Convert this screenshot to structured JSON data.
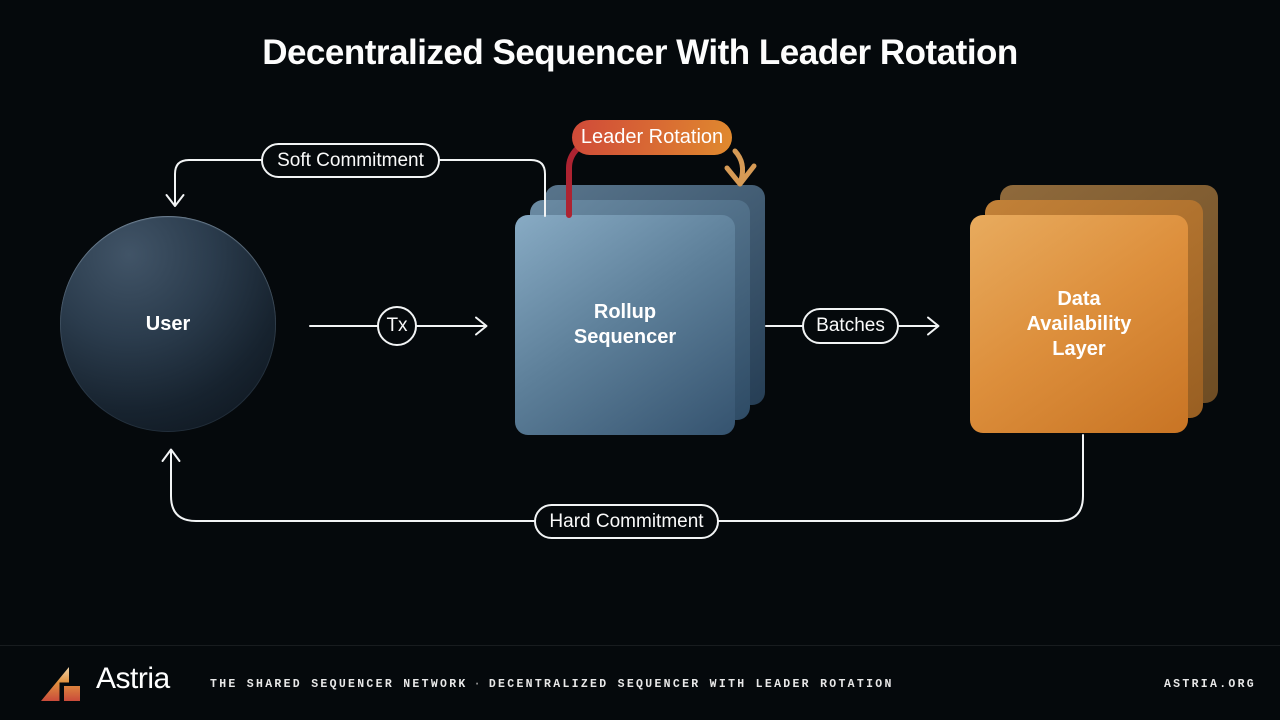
{
  "title": "Decentralized Sequencer With Leader Rotation",
  "nodes": {
    "user": {
      "label": "User"
    },
    "rollup_sequencer": {
      "label": "Rollup\nSequencer"
    },
    "data_availability_layer": {
      "label": "Data\nAvailability\nLayer"
    }
  },
  "labels": {
    "leader_rotation": "Leader Rotation",
    "soft_commitment": "Soft Commitment",
    "hard_commitment": "Hard Commitment",
    "tx": "Tx",
    "batches": "Batches"
  },
  "footer": {
    "brand": "Astria",
    "tagline_left": "THE SHARED SEQUENCER NETWORK",
    "separator": "·",
    "tagline_right": "DECENTRALIZED SEQUENCER WITH LEADER ROTATION",
    "site": "ASTRIA.ORG"
  },
  "colors": {
    "background": "#05090c",
    "connector_line": "#f2f4f5",
    "leader_pill_gradient_start": "#d04a39",
    "leader_pill_gradient_end": "#e08a2e",
    "leader_drop_line_red": "#ad2331",
    "leader_arrow_orange": "#d69a55",
    "rollup_card_gradient_start": "#88abc4",
    "rollup_card_gradient_end": "#35536f",
    "da_card_gradient_start": "#e8ab5e",
    "da_card_gradient_end": "#c87424",
    "logo_gradient_top": "#f5e3c0",
    "logo_gradient_mid": "#e2923f",
    "logo_gradient_bottom": "#c6403a"
  }
}
